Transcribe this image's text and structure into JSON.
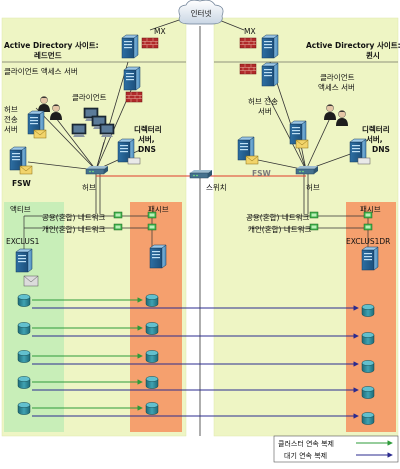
{
  "cloud": {
    "label": "인터넷"
  },
  "left_site": {
    "mx": "MX",
    "site_line1": "Active Directory 사이트:",
    "site_line2": "레드먼드",
    "cas": "클라이언트 액세스 서버",
    "client": "클라이언트",
    "hub_line1": "허브",
    "hub_line2": "전송",
    "hub_line3": "서버",
    "dc_line1": "디렉터리",
    "dc_line2": "서버,",
    "dc_line3": "DNS",
    "fsw": "FSW",
    "hub_device": "허브",
    "active": "액티브",
    "passive": "패시브",
    "public_net": "공용(혼합) 네트워크",
    "private_net": "개인(혼합) 네트워크",
    "node": "EXCLUS1"
  },
  "right_site": {
    "mx": "MX",
    "site_line1": "Active Directory 사이트:",
    "site_line2": "퀸시",
    "hub_line1": "허브 전송",
    "hub_line2": "서버",
    "cas_line1": "클라이언트",
    "cas_line2": "액세스 서버",
    "dc_line1": "디렉터리",
    "dc_line2": "서버,",
    "dc_line3": "DNS",
    "fsw": "FSW",
    "hub_device": "허브",
    "passive": "패시브",
    "public_net": "공용(혼합) 네트워크",
    "private_net": "개인(혼합) 네트워크",
    "node": "EXCLUS1DR"
  },
  "switch": {
    "label": "스위치"
  },
  "legend": {
    "ccr": "클러스터 연속 복제",
    "scr": "대기 연속 복제",
    "ccr_color": "#2e9b3a",
    "scr_color": "#2b2b8f"
  },
  "colors": {
    "site_bg": "#eef5c4",
    "active_bg": "#c8eeb8",
    "passive_bg": "#f5a06e",
    "link_red": "#e03a2a",
    "link_black": "#333333"
  }
}
